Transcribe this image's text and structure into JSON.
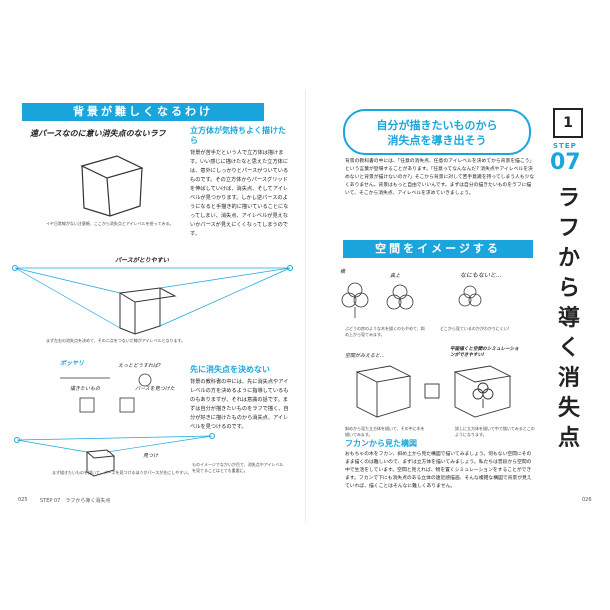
{
  "left": {
    "title": "背景が難しくなるわけ",
    "rough_label": "遠パースなのに意い消失点のないラフ",
    "point1_head": "立方体が気持ちよく描けたら",
    "point1_text": "背景が苦手だという人で立方体は描けます。いい感じに描けたなと思えた立方体には、意外にしっかりとパースがついているものです。その立方体からパースグリッドを伸ばしていけば、消失点、そしてアイレベルが見つかります。しかし逆パースのようになると手描き的に描いていることになってしまい、消失点、アイレベルが見えないかパースが見えにくくなってしまうのです。",
    "caption1": "イヤ日常線がない注意帳、ここから消失点とアイレベルを拾ってみる。",
    "perspective_label": "パースがとりやすい",
    "caption2": "まず左右の消失点を決めて、その二点をつないだ線がアイレベルとなります。",
    "point2_head": "先に消失点を決めない",
    "point2_text": "背景の教科書の中には、先に消失点やアイレベルの方を決めるように指導しているものもありますが、それは意識の話です。まずは自分が描きたいものをラフで描く、自分が好きに描けたものから消失点、アイレベルを見つけるのです。",
    "callout_boz": "ボッヤリ",
    "callout_this": "えっとどうすれば?",
    "callout_want": "描きたいもの",
    "callout_found": "パースを見つけた",
    "callout_easy": "見つけ",
    "caption3": "まず描きたいものを描いて、パースを見つけるほうがパースが先にしやすい。",
    "caption4": "ものイメージでなかいか目で、消失点やアイレベルを見てることはとても重要に。",
    "page_num": "025",
    "footer": "STEP 07　ラフから導く消失点"
  },
  "right": {
    "bubble_line1": "自分が描きたいものから",
    "bubble_line2": "消失点を導き出そう",
    "intro": "背景の教科書の中には、「任意の消失点、任意のアイレベルを決めてから背景を描こう」という言葉が登場することがあります。「任意ってなんなんだ? 消失点やアイレベルを決めないと背景が描けないのか?」そこから背景に対して苦手意識を持ってしまう人も少なくありません。背景はもっと自由でいいんです。まずは自分の描きたいものをラフに描いて、そこから消失点、アイレベルを求めていきましょう。",
    "step_label": "STEP",
    "step_num": "07",
    "vertical_title": "ラフから導く消失点",
    "section2": "空間をイメージする",
    "label_side": "横",
    "label_top": "真上",
    "label_nothing": "なにもないと…",
    "caption_a": "ぶどうの房のような木を描くのもやめて、斜め上から見てみます。",
    "caption_b": "どこから見ているのかがわかりにくい!",
    "label_space": "空間がみえると…",
    "label_sim": "平面描くと空間のシミュレーションができやすい!",
    "caption_c": "斜めから見た立方体を描いて、その中に木を描いてみます。",
    "caption_d": "試しに立方体を描いて中で描いてみるとこのようになります。",
    "sub_head": "フカンから見た構図",
    "body": "おもちゃの木をフカン、斜め上から見た構図で描いてみましょう。何もない空間にそのまま描くのは難しいので、まずは立方体を描いてみましょう。私たちは普段から空間の中で生活をしています。空間と見えれば、物を置くシミュレーションをすることができます。フカンで下にも消失点のある立体の遠近感描画、そんな複雑な構図で背景が見えていれば、描くことはそんなに難しくありません。",
    "page_num": "026"
  },
  "colors": {
    "accent": "#1aa6dc",
    "text": "#222222"
  }
}
